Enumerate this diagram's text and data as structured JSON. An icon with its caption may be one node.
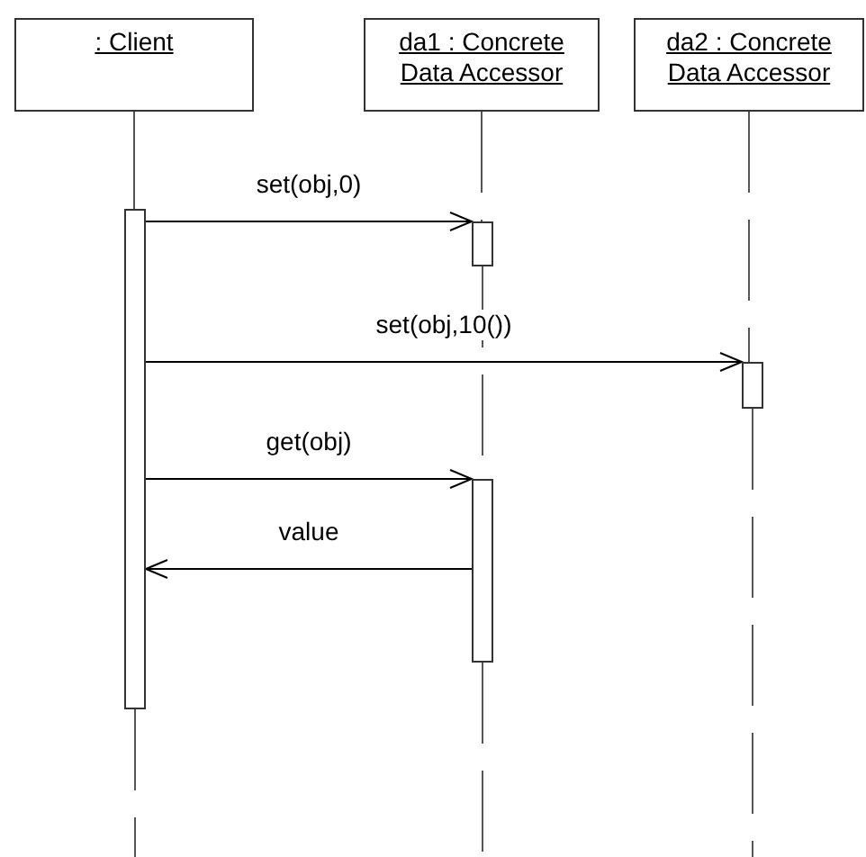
{
  "diagram": {
    "nodes": [
      {
        "text": [
          ": Client"
        ]
      },
      {
        "text": [
          "da1 : Concrete Data Accessor"
        ]
      },
      {
        "text": [
          "da2 : Concrete Data Accessor"
        ]
      },
      {
        "text": [],
        "shape": "bar"
      },
      {
        "text": [],
        "shape": "bar"
      },
      {
        "text": [],
        "shape": "bar"
      },
      {
        "text": [],
        "shape": "bar"
      }
    ],
    "edges": [
      {
        "from": 3,
        "to": 4,
        "arrow": "to",
        "label": "set(obj,0)"
      },
      {
        "from": 3,
        "to": 5,
        "arrow": "to",
        "label": "set(obj,10())"
      },
      {
        "from": 3,
        "to": 6,
        "arrow": "to",
        "label": "get(obj)"
      },
      {
        "from": 6,
        "to": 3,
        "arrow": "to",
        "label": "value"
      },
      {
        "from": 0,
        "to": 3,
        "arrow": "none"
      },
      {
        "from": 3,
        "to": null,
        "arrow": "none",
        "style": "dashed"
      },
      {
        "from": 1,
        "to": 4,
        "arrow": "none",
        "style": "dashed"
      },
      {
        "from": 4,
        "to": 6,
        "arrow": "none",
        "style": "dashed"
      },
      {
        "from": 6,
        "to": null,
        "arrow": "none",
        "style": "dashed"
      },
      {
        "from": 2,
        "to": 5,
        "arrow": "none",
        "style": "dashed"
      },
      {
        "from": 5,
        "to": null,
        "arrow": "none",
        "style": "dashed"
      }
    ]
  }
}
